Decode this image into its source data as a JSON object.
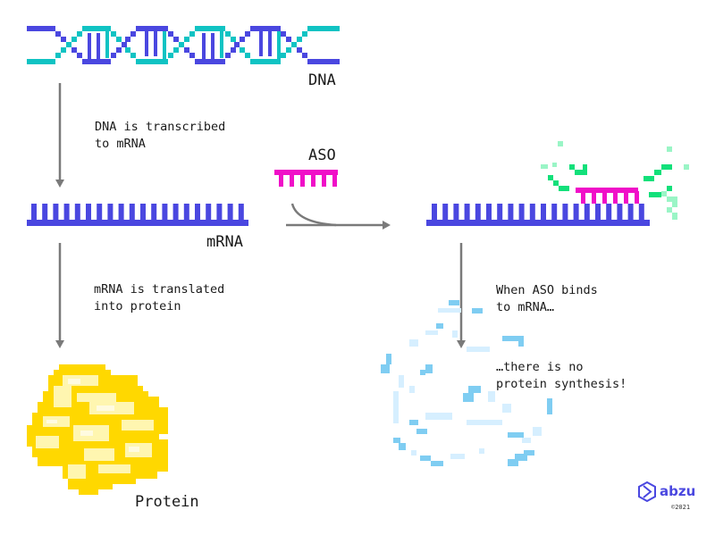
{
  "labels": {
    "dna": "DNA",
    "transcribed": "DNA is transcribed\nto mRNA",
    "aso": "ASO",
    "mrna": "mRNA",
    "translated": "mRNA is translated\ninto protein",
    "binds": "When ASO binds\nto mRNA…",
    "no_synthesis": "…there is no\nprotein synthesis!",
    "protein": "Protein"
  },
  "brand": {
    "name": "abzu",
    "year": "©2021"
  },
  "colors": {
    "dna_blue": "#4a47e0",
    "dna_teal": "#10c3c3",
    "mrna_blue": "#4a47e0",
    "aso_magenta": "#f00fc8",
    "fragment_green": "#12e07a",
    "fragment_light_green": "#9af5c6",
    "arrow_gray": "#7a7a7a",
    "protein_yellow": "#ffd800",
    "protein_light": "#fff6b0",
    "faded_blue": "#7fcdf2",
    "faded_light": "#d6efff"
  }
}
